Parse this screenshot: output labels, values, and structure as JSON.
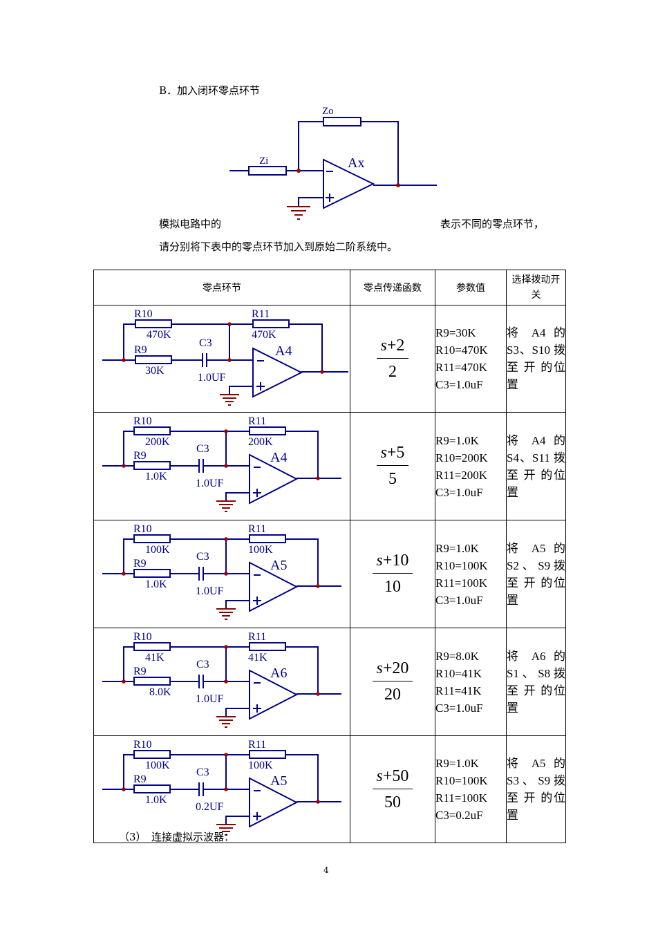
{
  "section_title": "B．加入闭环零点环节",
  "top_circuit": {
    "zo": "Zo",
    "zi": "Zi",
    "amp": "Ax",
    "minus": "−",
    "plus": "+"
  },
  "para": {
    "line1_left": "模拟电路中的",
    "line1_right": "表示不同的零点环节，",
    "line2": "请分别将下表中的零点环节加入到原始二阶系统中。"
  },
  "table": {
    "headers": {
      "circuit": "零点环节",
      "tf": "零点传递函数",
      "params": "参数值",
      "switch": "选择拨动开关"
    },
    "rows": [
      {
        "r10": "R10",
        "r10v": "470K",
        "r11": "R11",
        "r11v": "470K",
        "r9": "R9",
        "r9v": "30K",
        "c3": "C3",
        "c3v": "1.0UF",
        "amp": "A4",
        "tf_num_s": "s",
        "tf_num_rest": "+2",
        "tf_den": "2",
        "p1": "R9=30K",
        "p2": "R10=470K",
        "p3": "R11=470K",
        "p4": "C3=1.0uF",
        "switch": "将 A4 的 S3、S10 拨 至 开 的位置"
      },
      {
        "r10": "R10",
        "r10v": "200K",
        "r11": "R11",
        "r11v": "200K",
        "r9": "R9",
        "r9v": "1.0K",
        "c3": "C3",
        "c3v": "1.0UF",
        "amp": "A4",
        "tf_num_s": "s",
        "tf_num_rest": "+5",
        "tf_den": "5",
        "p1": "R9=1.0K",
        "p2": "R10=200K",
        "p3": "R11=200K",
        "p4": "C3=1.0uF",
        "switch": "将 A4 的 S4、S11 拨 至 开 的位置"
      },
      {
        "r10": "R10",
        "r10v": "100K",
        "r11": "R11",
        "r11v": "100K",
        "r9": "R9",
        "r9v": "1.0K",
        "c3": "C3",
        "c3v": "1.0UF",
        "amp": "A5",
        "tf_num_s": "s",
        "tf_num_rest": "+10",
        "tf_den": "10",
        "p1": "R9=1.0K",
        "p2": "R10=100K",
        "p3": "R11=100K",
        "p4": "C3=1.0uF",
        "switch": "将 A5 的 S2 、 S9 拨 至 开 的位置"
      },
      {
        "r10": "R10",
        "r10v": "41K",
        "r11": "R11",
        "r11v": "41K",
        "r9": "R9",
        "r9v": "8.0K",
        "c3": "C3",
        "c3v": "1.0UF",
        "amp": "A6",
        "tf_num_s": "s",
        "tf_num_rest": "+20",
        "tf_den": "20",
        "p1": "R9=8.0K",
        "p2": "R10=41K",
        "p3": "R11=41K",
        "p4": "C3=1.0uF",
        "switch": "将 A6 的 S1 、 S8 拨 至 开 的位置"
      },
      {
        "r10": "R10",
        "r10v": "100K",
        "r11": "R11",
        "r11v": "100K",
        "r9": "R9",
        "r9v": "1.0K",
        "c3": "C3",
        "c3v": "0.2UF",
        "amp": "A5",
        "tf_num_s": "s",
        "tf_num_rest": "+50",
        "tf_den": "50",
        "p1": "R9=1.0K",
        "p2": "R10=100K",
        "p3": "R11=100K",
        "p4": "C3=0.2uF",
        "switch": "将 A5 的 S3 、 S9 拨 至 开 的位置"
      }
    ]
  },
  "step": "（3）　连接虚拟示波器：",
  "page_number": "4"
}
